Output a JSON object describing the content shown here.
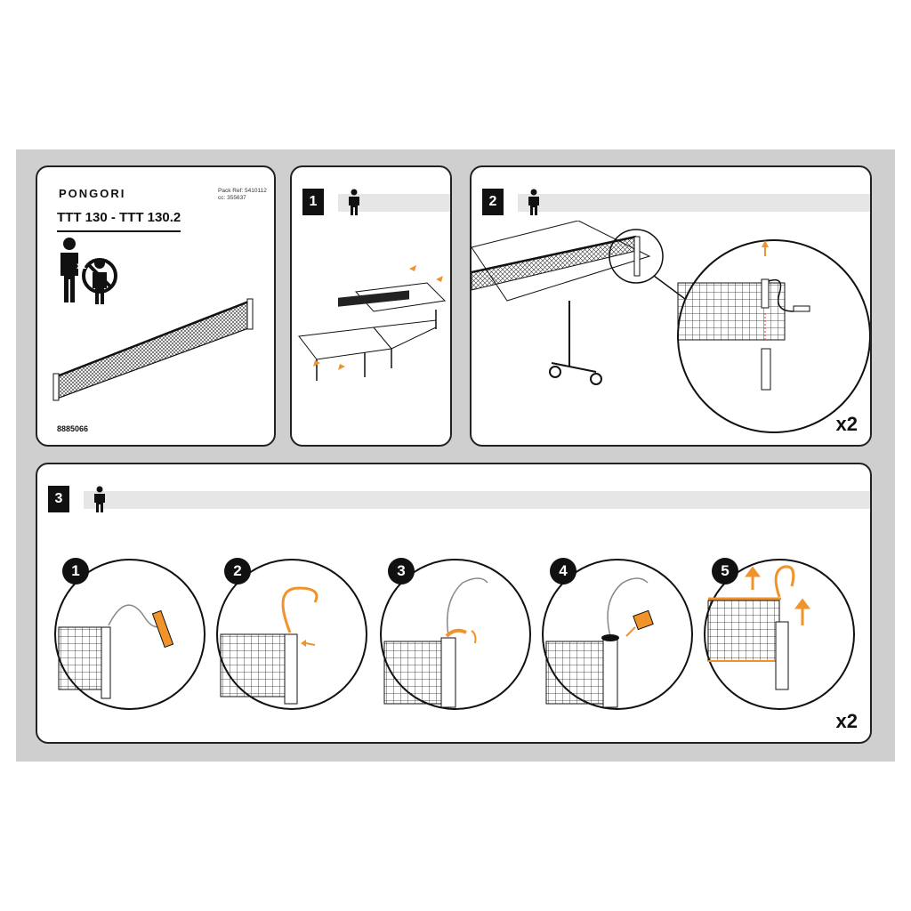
{
  "cover": {
    "brand": "PONGORI",
    "model": "TTT 130 - TTT 130.2",
    "pack_ref_lines": [
      "Pack Ref: 5410112",
      "cc: 355637"
    ],
    "persons_label": "x1",
    "code": "8885066"
  },
  "steps": [
    {
      "number": "1"
    },
    {
      "number": "2",
      "multiplier": "x2"
    },
    {
      "number": "3",
      "multiplier": "x2",
      "substeps": [
        "1",
        "2",
        "3",
        "4",
        "5"
      ]
    }
  ],
  "colors": {
    "accent": "#f0932b",
    "frame_bg": "#cfcfcf",
    "band": "#e6e6e6",
    "ink": "#111111"
  },
  "icons": [
    "person-icon",
    "no-children-icon",
    "arrow-icon"
  ]
}
